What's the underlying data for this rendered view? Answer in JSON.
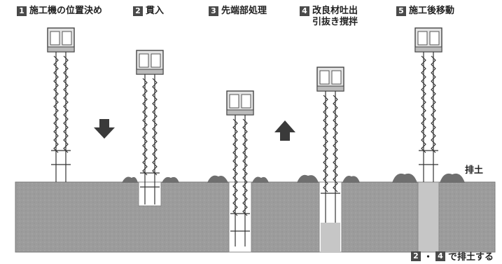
{
  "steps": [
    {
      "num": "1",
      "label": "施工機の位置決め"
    },
    {
      "num": "2",
      "label": "貫入"
    },
    {
      "num": "3",
      "label": "先端部処理"
    },
    {
      "num": "4",
      "label": "改良材吐出",
      "label2": "引抜き撹拌"
    },
    {
      "num": "5",
      "label": "施工後移動"
    }
  ],
  "soil_label": "排土",
  "note": {
    "num_a": "2",
    "sep": "・",
    "num_b": "4",
    "text": "で排土する"
  },
  "colors": {
    "ground": "#9a9a9a",
    "column": "#c4c4c4",
    "mound": "#6e6e6e",
    "badge": "#4a4a4a"
  }
}
